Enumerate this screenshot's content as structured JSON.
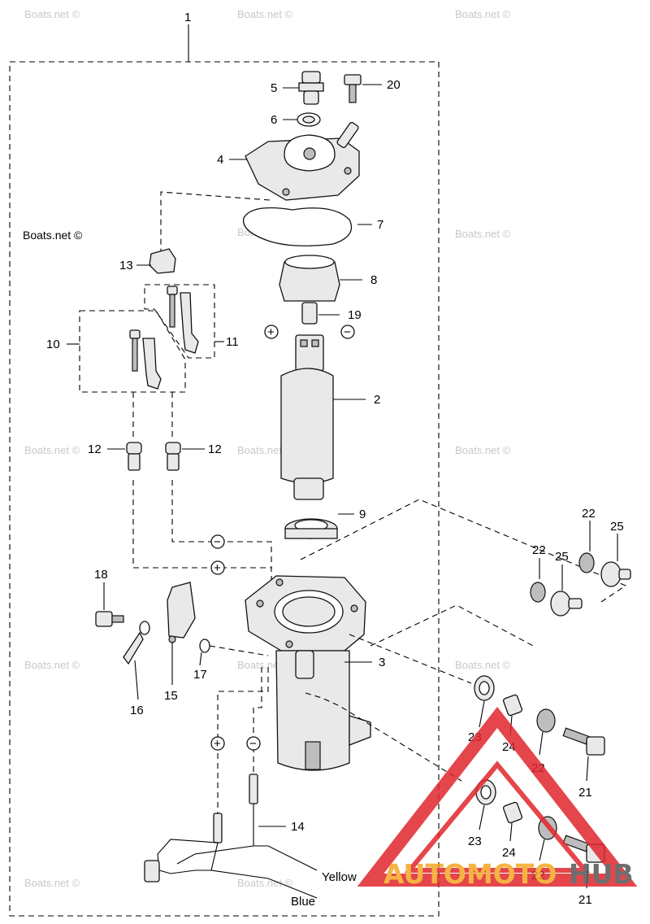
{
  "diagram": {
    "callouts": {
      "c1": "1",
      "c2": "2",
      "c3": "3",
      "c4": "4",
      "c5": "5",
      "c6": "6",
      "c7": "7",
      "c8": "8",
      "c9": "9",
      "c10": "10",
      "c11": "11",
      "c12a": "12",
      "c12b": "12",
      "c13": "13",
      "c14": "14",
      "c15": "15",
      "c16": "16",
      "c17": "17",
      "c18": "18",
      "c19": "19",
      "c20": "20",
      "c21a": "21",
      "c21b": "21",
      "c22a": "22",
      "c22b": "22",
      "c22c": "22",
      "c22d": "22",
      "c23a": "23",
      "c23b": "23",
      "c24a": "24",
      "c24b": "24",
      "c25a": "25",
      "c25b": "25"
    },
    "polarity": {
      "plus": "+",
      "minus": "−"
    },
    "wires": {
      "yellow": "Yellow",
      "blue": "Blue"
    },
    "watermark": "Boats.net ©"
  },
  "logo": {
    "part1": "AUTOMOTO",
    "part2": "HUB",
    "color_red": "#e0262c",
    "color_orange": "#f5a623",
    "color_dark": "#555555"
  }
}
